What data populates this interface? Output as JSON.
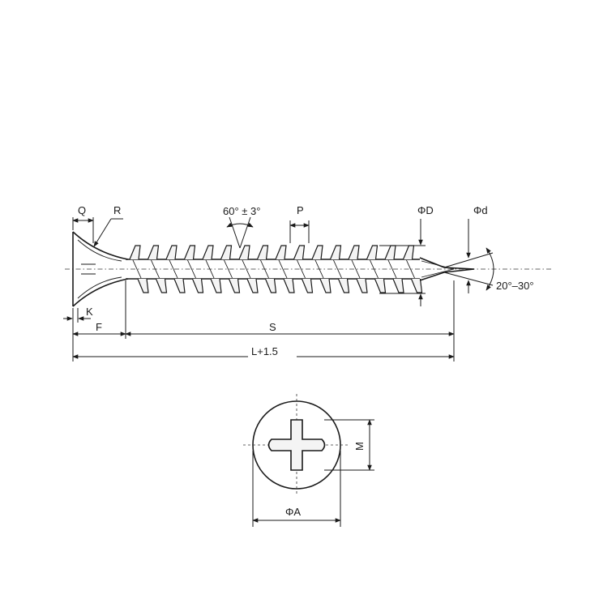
{
  "labels": {
    "q": "Q",
    "r": "R",
    "angle": "60° ± 3°",
    "p": "P",
    "phi_d_major": "ΦD",
    "phi_d_minor": "Φd",
    "k": "K",
    "f": "F",
    "s": "S",
    "l": "L+1.5",
    "point_angle": "20°–30°",
    "m": "M",
    "phi_a": "ΦA"
  },
  "views": [
    "screw-side-view",
    "screw-head-top-view"
  ],
  "colors": {
    "line": "#1a1a1a",
    "background": "#ffffff"
  }
}
